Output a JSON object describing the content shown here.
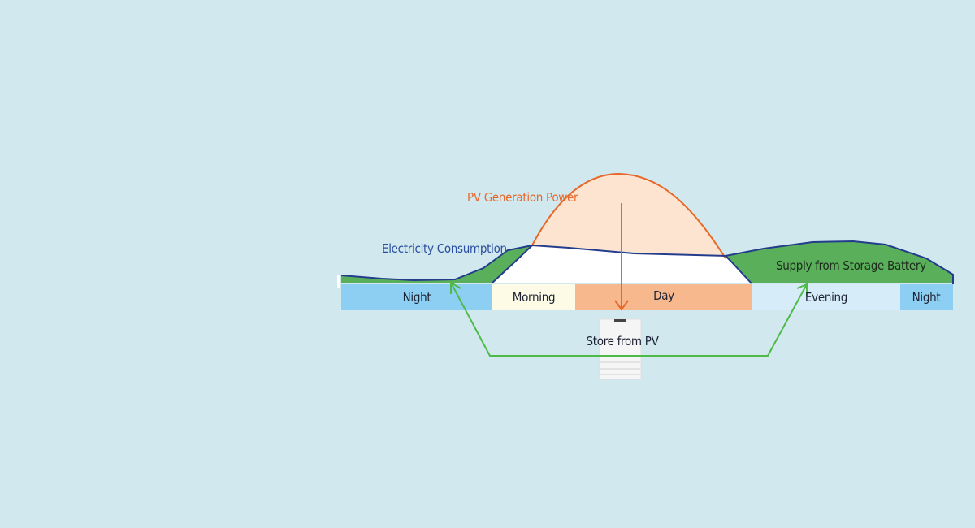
{
  "labels": {
    "pv_generation": "PV Generation Power",
    "electricity_consumption": "Electricity Consumption",
    "supply_from_battery": "Supply from Storage Battery",
    "store_from_pv": "Store from PV"
  },
  "periods": [
    {
      "label": "Night"
    },
    {
      "label": "Morning"
    },
    {
      "label": "Day"
    },
    {
      "label": "Evening"
    },
    {
      "label": "Night"
    }
  ],
  "colors": {
    "background": "#d0e8ee",
    "night": "#8dcff2",
    "morning": "#fdfbe6",
    "day": "#f8b88e",
    "evening": "#d6edf9",
    "pv_fill": "#fde4d0",
    "pv_line": "#e8682a",
    "consumption_line": "#233c8c",
    "battery_supply": "#5ab05a",
    "green_arrow": "#4fba48",
    "store_arrow": "#e8682a"
  },
  "icons": {
    "battery": "storage-battery-icon"
  }
}
